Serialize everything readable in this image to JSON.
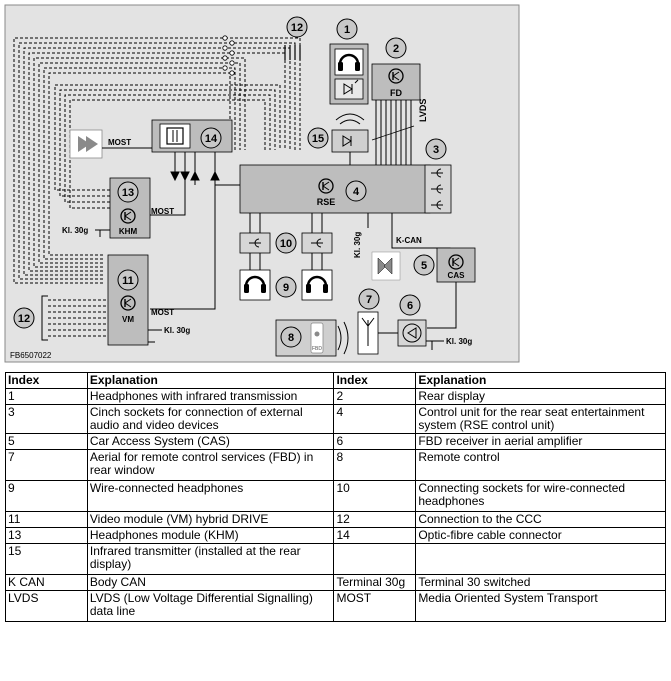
{
  "diagram": {
    "figure_id": "FB6507022",
    "callouts": [
      "1",
      "2",
      "3",
      "4",
      "5",
      "6",
      "7",
      "8",
      "9",
      "10",
      "11",
      "12",
      "13",
      "14",
      "15"
    ],
    "labels": {
      "fd": "FD",
      "lvds": "LVDS",
      "rse": "RSE",
      "most": "MOST",
      "khm": "KHM",
      "vm": "VM",
      "cas": "CAS",
      "kcan": "K-CAN",
      "kl30g": "Kl. 30g",
      "fbd": "FBD"
    },
    "colors": {
      "panel": "#d9d9d9",
      "box": "#bdbdbd",
      "callout": "#c8c8c8",
      "frame": "#8a8a8a"
    },
    "icons": [
      "headphones-icon",
      "infrared-icon",
      "display-icon",
      "transistor-icon",
      "cinch-socket-icon",
      "aerial-icon",
      "amplifier-icon",
      "remote-control-icon",
      "optic-connector-icon"
    ]
  },
  "legend": {
    "headers": [
      "Index",
      "Explanation",
      "Index",
      "Explanation"
    ],
    "rows": [
      [
        "1",
        "Headphones with infrared transmission",
        "2",
        "Rear display"
      ],
      [
        "3",
        "Cinch sockets for connection of external audio and video devices",
        "4",
        "Control unit for the rear seat entertainment system (RSE control unit)"
      ],
      [
        "5",
        "Car Access System (CAS)",
        "6",
        "FBD receiver in aerial amplifier"
      ],
      [
        "7",
        "Aerial for remote control services (FBD) in rear window",
        "8",
        "Remote control"
      ],
      [
        "9",
        "Wire-connected headphones",
        "10",
        "Connecting sockets for wire-connected headphones"
      ],
      [
        "11",
        "Video module (VM) hybrid DRIVE",
        "12",
        "Connection to the CCC"
      ],
      [
        "13",
        "Headphones module (KHM)",
        "14",
        "Optic-fibre cable connector"
      ],
      [
        "15",
        "Infrared transmitter (installed at the rear display)",
        "",
        ""
      ],
      [
        "K CAN",
        "Body CAN",
        "Terminal 30g",
        "Terminal 30 switched"
      ],
      [
        "LVDS",
        "LVDS (Low Voltage Differential Signalling) data line",
        "MOST",
        "Media Oriented System Transport"
      ]
    ]
  }
}
